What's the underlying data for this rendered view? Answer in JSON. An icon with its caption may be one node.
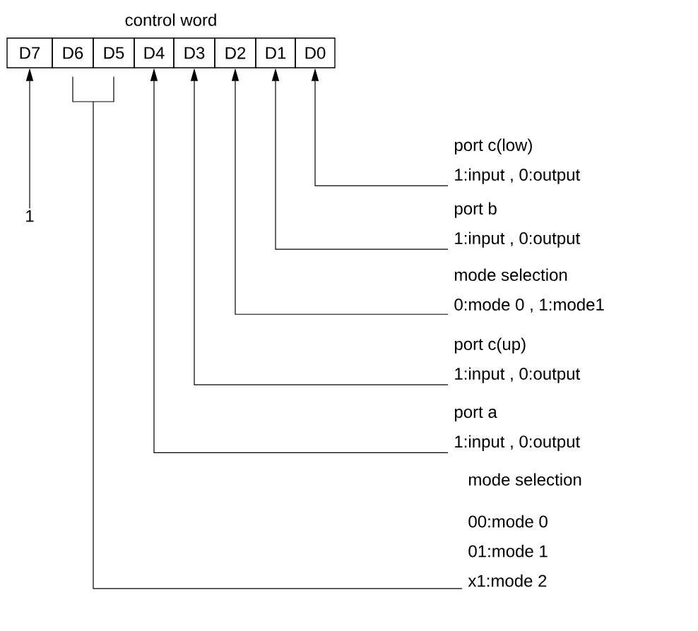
{
  "diagram": {
    "title": "control word",
    "nodes": [
      {
        "text": [
          "D7"
        ]
      },
      {
        "text": [
          "D6"
        ]
      },
      {
        "text": [
          "D5"
        ]
      },
      {
        "text": [
          "D4"
        ]
      },
      {
        "text": [
          "D3"
        ]
      },
      {
        "text": [
          "D2"
        ]
      },
      {
        "text": [
          "D1"
        ]
      },
      {
        "text": [
          "D0"
        ]
      },
      {
        "text": [
          "1"
        ]
      },
      {
        "text": [
          "port c(low)",
          "1:input , 0:output"
        ]
      },
      {
        "text": [
          "port b",
          "1:input , 0:output"
        ]
      },
      {
        "text": [
          "mode selection",
          "0:mode 0 , 1:mode1"
        ]
      },
      {
        "text": [
          "port c(up)",
          "1:input , 0:output"
        ]
      },
      {
        "text": [
          "port a",
          "1:input , 0:output"
        ]
      },
      {
        "text": [
          "mode selection",
          "00:mode 0 01:mode 1 x1:mode 2"
        ]
      }
    ],
    "edges": [
      {
        "from": 8,
        "to": 0,
        "arrow": "to"
      },
      {
        "from": 9,
        "to": 7,
        "arrow": "to"
      },
      {
        "from": 10,
        "to": 6,
        "arrow": "to"
      },
      {
        "from": 11,
        "to": 5,
        "arrow": "to"
      },
      {
        "from": 12,
        "to": 4,
        "arrow": "to"
      },
      {
        "from": 13,
        "to": 3,
        "arrow": "to"
      },
      {
        "from": 14,
        "to": 2,
        "arrow": "none"
      },
      {
        "from": 14,
        "to": 1,
        "arrow": "none"
      }
    ]
  }
}
